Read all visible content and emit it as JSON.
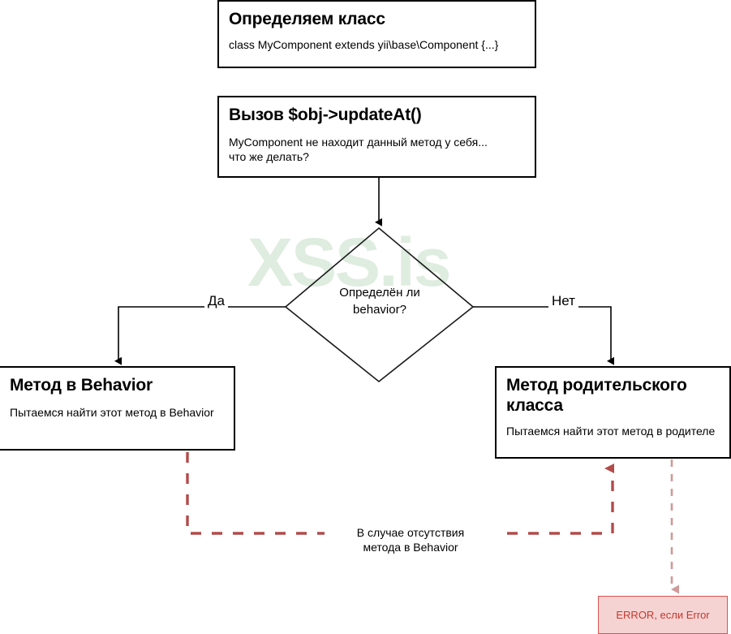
{
  "diagram": {
    "title": "Yii behavior method resolution flowchart",
    "watermark": "XSS.is",
    "colors": {
      "node_border": "#000000",
      "node_fill": "#ffffff",
      "text": "#000000",
      "dashed_red": "#b34b4b",
      "dashed_faded": "#cf9a9a",
      "error_fill": "#f6d3d3",
      "error_border": "#d9534f",
      "error_text": "#c0392b",
      "watermark": "#dfece0"
    },
    "nodes": {
      "define_class": {
        "title": "Определяем класс",
        "body": "class MyComponent extends yii\\base\\Component {...}"
      },
      "call_update": {
        "title": "Вызов $obj->updateAt()",
        "body": "MyComponent не находит данный метод у себя...\nчто же делать?"
      },
      "decision": {
        "text": "Определён ли\nbehavior?"
      },
      "behavior_method": {
        "title": "Метод в Behavior",
        "body": "Пытаемся найти этот метод в Behavior"
      },
      "parent_method": {
        "title": "Метод родительского класса",
        "body": "Пытаемся найти этот метод в родителе"
      },
      "error": {
        "text": "ERROR, если Error"
      }
    },
    "edges": {
      "yes_label": "Да",
      "no_label": "Нет",
      "fallback_label": "В случае отсутствия\nметода в Behavior"
    }
  }
}
